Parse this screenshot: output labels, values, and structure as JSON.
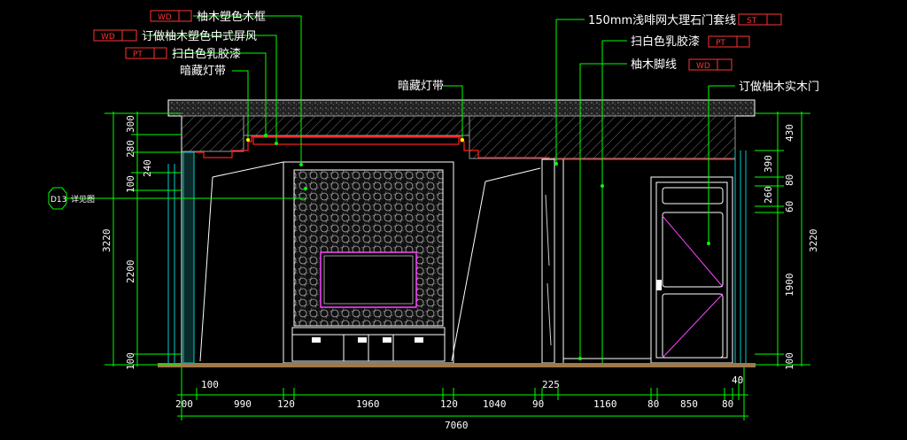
{
  "annotations": {
    "youmu_frame": "柚木塑色木框",
    "custom_screen": "订做柚木塑色中式屏风",
    "white_latex_1": "扫白色乳胶漆",
    "hidden_light_left": "暗藏灯带",
    "hidden_light_center": "暗藏灯带",
    "marble_frame": "150mm浅啡网大理石门套线",
    "white_latex_2": "扫白色乳胶漆",
    "skirting": "柚木脚线",
    "solid_door": "订做柚木实木门",
    "detail_ref": "详见图",
    "detail_bubble": "D13"
  },
  "tags": {
    "wd1": "WD",
    "wd2": "WD",
    "pt1": "PT",
    "st": "ST",
    "pt2": "PT",
    "wd3": "WD"
  },
  "dims": {
    "left_300": "300",
    "left_280": "280",
    "left_240": "240",
    "left_100a": "100",
    "left_2200": "2200",
    "left_100b": "100",
    "left_total": "3220",
    "right_430": "430",
    "right_390": "390",
    "right_80a": "80",
    "right_260": "260",
    "right_60": "60",
    "right_1900": "1900",
    "right_100": "100",
    "right_total": "3220",
    "b_200": "200",
    "b_100": "100",
    "b_990": "990",
    "b_120a": "120",
    "b_1960": "1960",
    "b_120b": "120",
    "b_1040": "1040",
    "b_90": "90",
    "b_225": "225",
    "b_1160": "1160",
    "b_80a": "80",
    "b_850": "850",
    "b_80b": "80",
    "b_40": "40",
    "b_total": "7060"
  },
  "colors": {
    "leader": "#00ff00",
    "ceiling": "#ff2020",
    "structure": "#ffffff",
    "door_diag": "#ff44ff",
    "floor": "#a0784a"
  }
}
